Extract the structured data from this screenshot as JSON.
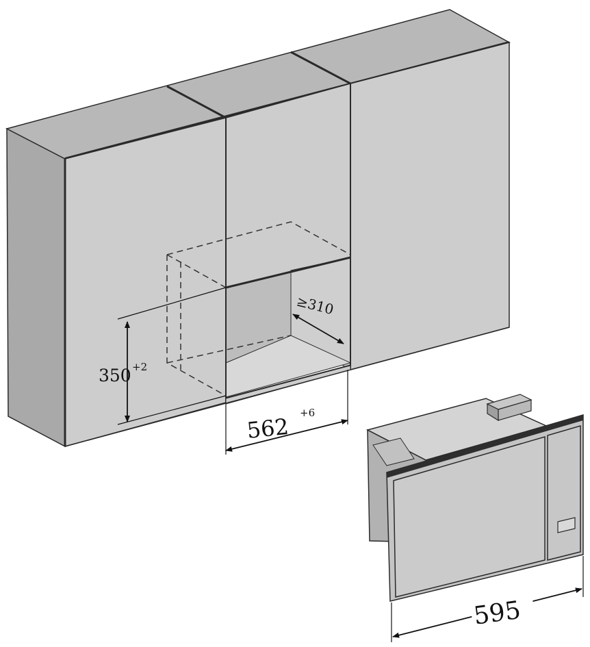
{
  "diagram": {
    "colors": {
      "panel": "#c9c9c9",
      "panel_dark": "#a6a6a6",
      "panel_top": "#b5b5b5",
      "edge": "#2a2a2a",
      "background": "#ffffff"
    },
    "dimensions": {
      "height": {
        "value": "350",
        "tolerance": "+2"
      },
      "width": {
        "value": "562",
        "tolerance": "+6"
      },
      "depth": {
        "value": "≥310"
      },
      "appliance_width": {
        "value": "595"
      }
    }
  }
}
